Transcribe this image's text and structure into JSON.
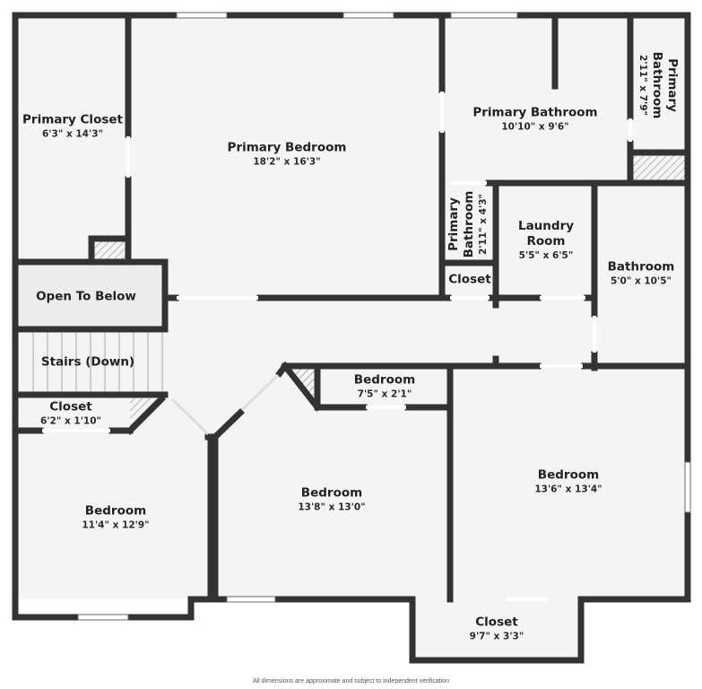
{
  "floor_plan": {
    "rooms": [
      {
        "id": "primary-closet",
        "name": "Primary Closet",
        "dims": "6'3\" x 14'3\""
      },
      {
        "id": "primary-bedroom",
        "name": "Primary Bedroom",
        "dims": "18'2\" x 16'3\""
      },
      {
        "id": "primary-bathroom",
        "name": "Primary Bathroom",
        "dims": "10'10\" x 9'6\""
      },
      {
        "id": "primary-bathroom-wc",
        "name": "Primary Bathroom",
        "dims": "2'11\" x 7'9\""
      },
      {
        "id": "primary-bathroom-small",
        "name": "Primary Bathroom",
        "dims": "2'11\" x 4'3\""
      },
      {
        "id": "laundry-room",
        "name": "Laundry Room",
        "name_line1": "Laundry",
        "name_line2": "Room",
        "dims": "5'5\" x 6'5\""
      },
      {
        "id": "closet-hall",
        "name": "Closet",
        "dims": ""
      },
      {
        "id": "bathroom",
        "name": "Bathroom",
        "dims": "5'0\" x 10'5\""
      },
      {
        "id": "open-to-below",
        "name": "Open To Below",
        "dims": ""
      },
      {
        "id": "stairs",
        "name": "Stairs (Down)",
        "dims": ""
      },
      {
        "id": "closet-left",
        "name": "Closet",
        "dims": "6'2\" x 1'10\""
      },
      {
        "id": "bedroom-left",
        "name": "Bedroom",
        "dims": "11'4\" x 12'9\""
      },
      {
        "id": "bedroom-closet",
        "name": "Bedroom",
        "dims": "7'5\" x 2'1\""
      },
      {
        "id": "bedroom-middle",
        "name": "Bedroom",
        "dims": "13'8\" x 13'0\""
      },
      {
        "id": "bedroom-right",
        "name": "Bedroom",
        "dims": "13'6\" x 13'4\""
      },
      {
        "id": "closet-bottom",
        "name": "Closet",
        "dims": "9'7\" x 3'3\""
      }
    ],
    "footer_note": "All dimensions are approximate and subject to independent verification",
    "colors": {
      "wall": "#333333",
      "floor": "#f4f4f4",
      "open_area": "#ececec",
      "background": "#ffffff"
    }
  }
}
